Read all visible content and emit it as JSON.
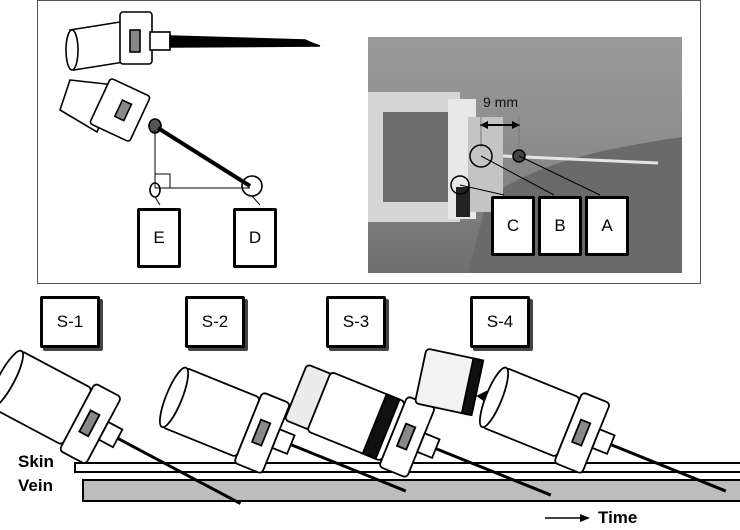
{
  "callouts": {
    "a": "A",
    "b": "B",
    "c": "C",
    "d": "D",
    "e": "E"
  },
  "measurement": "9 mm",
  "steps": [
    "S-1",
    "S-2",
    "S-3",
    "S-4"
  ],
  "layers": {
    "skin": "Skin",
    "vein": "Vein"
  },
  "time_label": "Time"
}
